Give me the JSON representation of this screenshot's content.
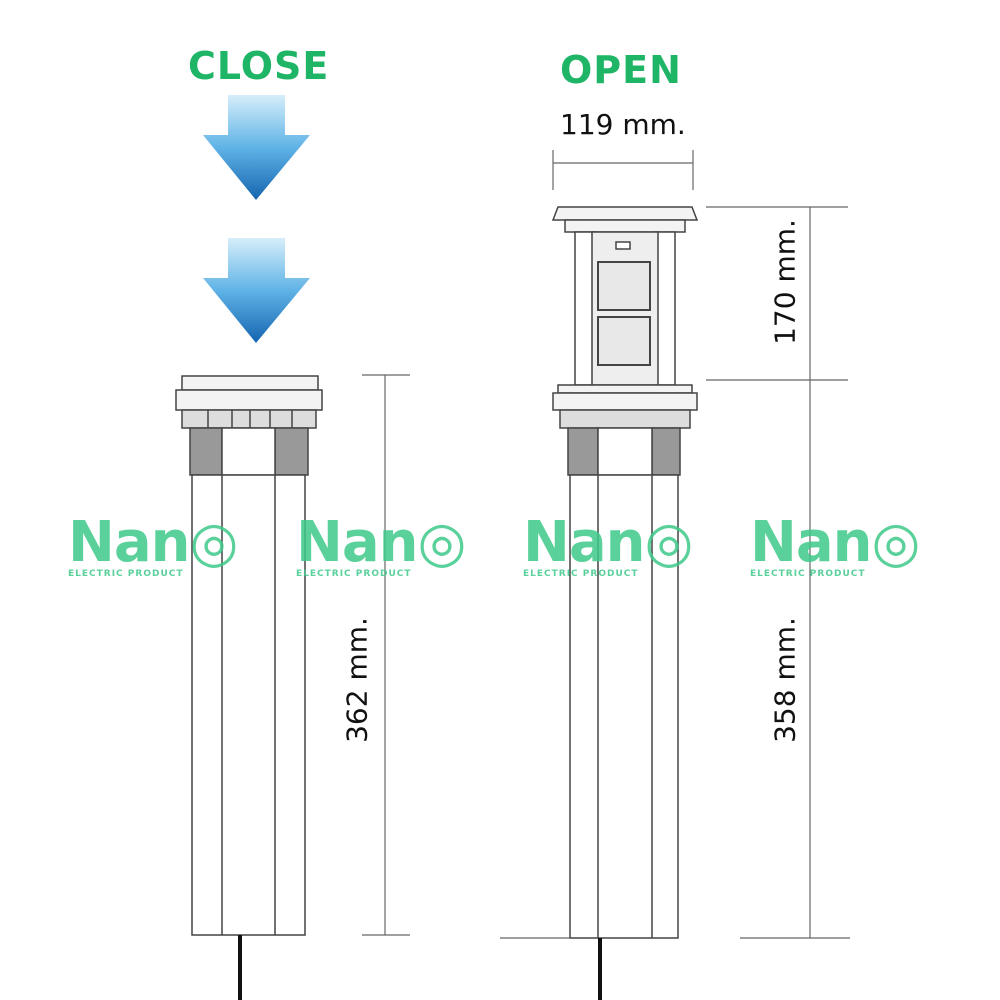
{
  "labels": {
    "close": "CLOSE",
    "open": "OPEN"
  },
  "dimensions": {
    "width": "119 mm.",
    "pop_height": "170 mm.",
    "closed_length": "362 mm.",
    "open_length": "358 mm."
  },
  "watermark": {
    "brand": "Nan",
    "tagline": "ELECTRIC PRODUCT"
  },
  "colors": {
    "title": "#1fb566",
    "arrow_light": "#bfe3f7",
    "arrow_dark": "#1565b0",
    "watermark": "#3ec98a"
  }
}
